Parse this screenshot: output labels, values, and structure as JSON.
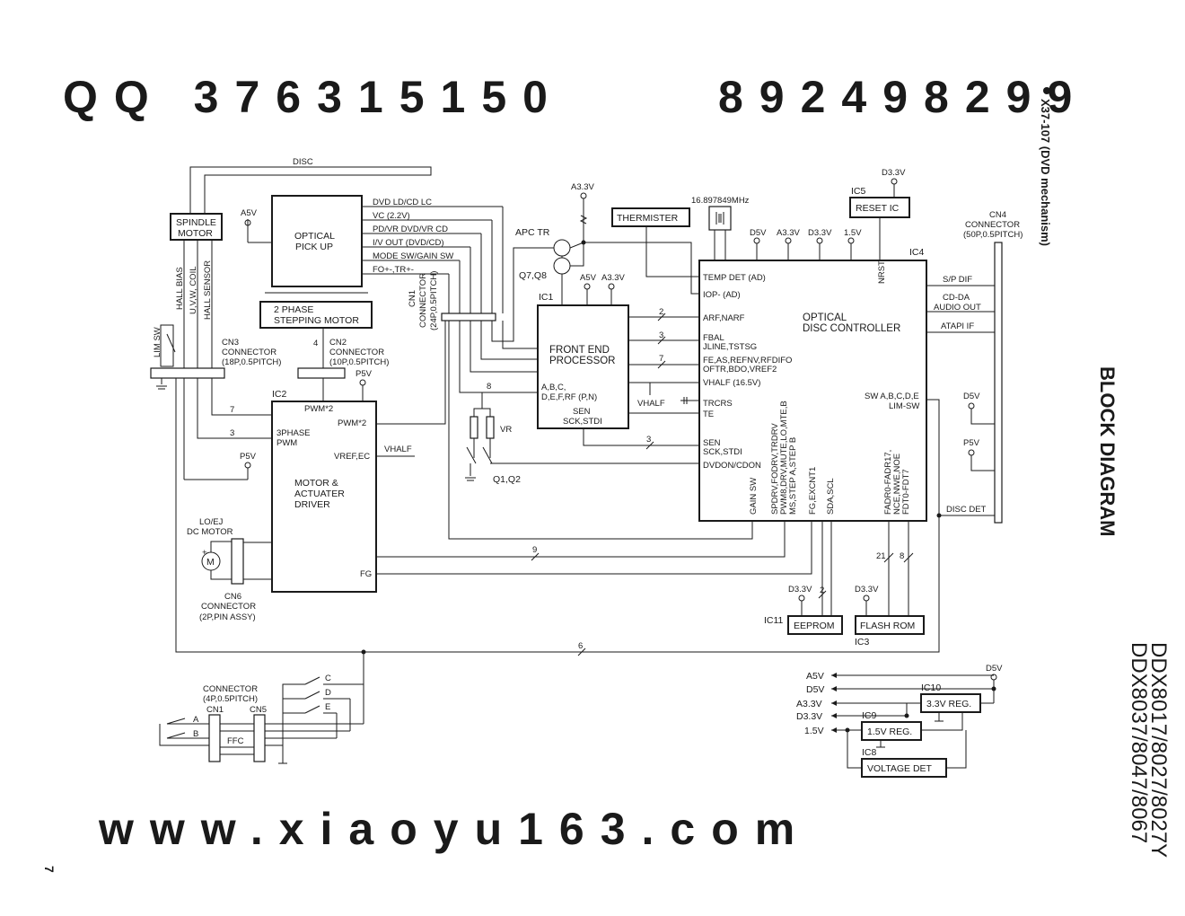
{
  "watermarks": {
    "qq_top": "QQ 376315150",
    "num_top": "892498299",
    "site_bottom": "www.xiaoyu163.com"
  },
  "page": {
    "number": "7",
    "header": "X37-107 (DVD mechanism)",
    "title": "BLOCK DIAGRAM",
    "models_line1": "DDX8017/8027/8027Y",
    "models_line2": "DDX8037/8047/8067"
  },
  "blocks": {
    "spindle_motor_1": "SPINDLE",
    "spindle_motor_2": "MOTOR",
    "optical_pickup_1": "OPTICAL",
    "optical_pickup_2": "PICK UP",
    "stepping_motor_1": "2 PHASE",
    "stepping_motor_2": "STEPPING MOTOR",
    "thermister": "THERMISTER",
    "reset_ic": "RESET IC",
    "front_end_1": "FRONT END",
    "front_end_2": "PROCESSOR",
    "odc_1": "OPTICAL",
    "odc_2": "DISC CONTROLLER",
    "motor_driver_1": "MOTOR &",
    "motor_driver_2": "ACTUATER",
    "motor_driver_3": "DRIVER",
    "eeprom": "EEPROM",
    "flash_rom": "FLASH ROM",
    "reg33": "3.3V REG.",
    "reg15": "1.5V REG.",
    "voltage_det": "VOLTAGE DET",
    "ffc": "FFC"
  },
  "ic_labels": {
    "ic1": "IC1",
    "ic2": "IC2",
    "ic3": "IC3",
    "ic4": "IC4",
    "ic5": "IC5",
    "ic8": "IC8",
    "ic9": "IC9",
    "ic10": "IC10",
    "ic11": "IC11",
    "q7q8": "Q7,Q8",
    "q1q2": "Q1,Q2",
    "apc_tr": "APC TR",
    "vr": "VR",
    "crystal": "16.897849MHz"
  },
  "connectors": {
    "cn1_1": "CN1",
    "cn1_2": "CONNECTOR",
    "cn1_3": "(24P,0.5PITCH)",
    "cn2_1": "CN2",
    "cn2_2": "CONNECTOR",
    "cn2_3": "(10P,0.5PITCH)",
    "cn3_1": "CN3",
    "cn3_2": "CONNECTOR",
    "cn3_3": "(18P,0.5PITCH)",
    "cn4_1": "CN4",
    "cn4_2": "CONNECTOR",
    "cn4_3": "(50P,0.5PITCH)",
    "cn6_1": "CN6",
    "cn6_2": "CONNECTOR",
    "cn6_3": "(2P,PIN ASSY)",
    "conn4p_1": "CONNECTOR",
    "conn4p_2": "(4P,0.5PITCH)",
    "cn1b": "CN1",
    "cn5": "CN5"
  },
  "signals": {
    "disc": "DISC",
    "dvd_ld": "DVD LD/CD LC",
    "vc": "VC (2.2V)",
    "pd_vr": "PD/VR DVD/VR CD",
    "iv_out": "I/V OUT (DVD/CD)",
    "mode_sw": "MODE SW/GAIN SW",
    "fo_tr": "FO+-,TR+-",
    "hall_bias": "HALL BIAS",
    "uvw_coil": "U,V,W, COIL",
    "hall_sensor": "HALL SENSOR",
    "lim_sw": "LIM SW",
    "lo_ej_1": "LO/EJ",
    "lo_ej_2": "DC MOTOR",
    "temp_det": "TEMP DET (AD)",
    "iop": "IOP- (AD)",
    "arf_narf": "ARF,NARF",
    "fbal_1": "FBAL",
    "fbal_2": "JLINE,TSTSG",
    "fe_1": "FE,AS,REFNV,RFDIFO",
    "fe_2": "OFTR,BDO,VREF2",
    "vhalf_165": "VHALF (16.5V)",
    "trcrs": "TRCRS",
    "te": "TE",
    "sen_1": "SEN",
    "sen_2": "SCK,STDI",
    "dvdon": "DVDON/CDON",
    "gain_sw": "GAIN SW",
    "spdrv_1": "SPDRV,FODRV,TRDRV",
    "spdrv_2": "PWM8,DRV,MUTE,LO,MTE,B",
    "spdrv_3": "MS,STEP A,STEP B",
    "fg_excnt": "FG,EXCNT1",
    "sda_scl": "SDA,SCL",
    "fadr_1": "FADR0-FADR17,",
    "fadr_2": "NCE,NWE,NOE",
    "fadr_3": "FDT0-FDT7",
    "nrst": "NRST",
    "sw_abcde": "SW A,B,C,D,E",
    "lim_sw_ic4": "LIM-SW",
    "sp_dif": "S/P DIF",
    "cd_da_1": "CD-DA",
    "cd_da_2": "AUDIO OUT",
    "atapi": "ATAPI IF",
    "disc_det": "DISC DET",
    "fep_abcd_1": "A,B,C,",
    "fep_abcd_2": "D,E,F,RF (P,N)",
    "fep_sen_1": "SEN",
    "fep_sen_2": "SCK,STDI",
    "vhalf": "VHALF",
    "pwm2_a": "PWM*2",
    "pwm2_b": "PWM*2",
    "phase_pwm_1": "3PHASE",
    "phase_pwm_2": "PWM",
    "vref_ec": "VREF,EC",
    "fg": "FG",
    "sw_a": "A",
    "sw_b": "B",
    "sw_c": "C",
    "sw_d": "D",
    "sw_e": "E",
    "m": "M"
  },
  "bus_widths": {
    "b2a": "2",
    "b3a": "3",
    "b7a": "7",
    "b8": "8",
    "b3b": "3",
    "b7b": "7",
    "b3c": "3",
    "b4": "4",
    "b9": "9",
    "b6": "6",
    "b2b": "2",
    "b21": "21",
    "b8b": "8"
  },
  "rails": {
    "a5v": "A5V",
    "d5v": "D5V",
    "a33v": "A3.3V",
    "d33v": "D3.3V",
    "v15": "1.5V",
    "p5v": "P5V"
  },
  "colors": {
    "ink": "#1a1a1a",
    "watermark": "#f1f1f1",
    "background": "#ffffff"
  }
}
